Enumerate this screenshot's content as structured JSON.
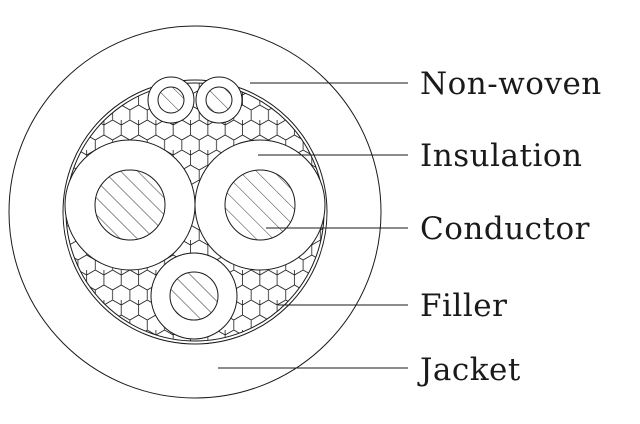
{
  "labels": {
    "non_woven": "Non-woven",
    "insulation": "Insulation",
    "conductor": "Conductor",
    "filler": "Filler",
    "jacket": "Jacket"
  },
  "colors": {
    "line": "#1a1a1a",
    "background": "#ffffff"
  }
}
